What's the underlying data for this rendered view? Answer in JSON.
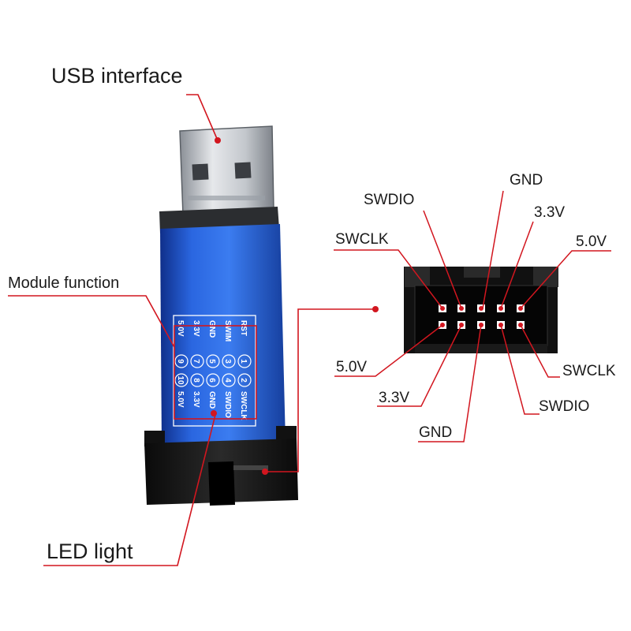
{
  "labels": {
    "usb": "USB interface",
    "module": "Module function",
    "led": "LED light"
  },
  "silkscreen": {
    "rows": [
      {
        "left": "RST",
        "pins": [
          "1",
          "2"
        ],
        "right": "SWCLK"
      },
      {
        "left": "SWIM",
        "pins": [
          "3",
          "4"
        ],
        "right": "SWDIO"
      },
      {
        "left": "GND",
        "pins": [
          "5",
          "6"
        ],
        "right": "GND"
      },
      {
        "left": "3.3V",
        "pins": [
          "7",
          "8"
        ],
        "right": "3.3V"
      },
      {
        "left": "5.0V",
        "pins": [
          "9",
          "10"
        ],
        "right": "5.0V"
      }
    ]
  },
  "connector_pins": {
    "top": [
      "SWCLK",
      "SWDIO",
      "GND",
      "3.3V",
      "5.0V"
    ],
    "bottom": [
      "5.0V",
      "3.3V",
      "GND",
      "SWDIO",
      "SWCLK"
    ]
  },
  "colors": {
    "accent": "#d2161f",
    "body_blue": "#1f56c9",
    "connector": "#1a1a1a"
  }
}
